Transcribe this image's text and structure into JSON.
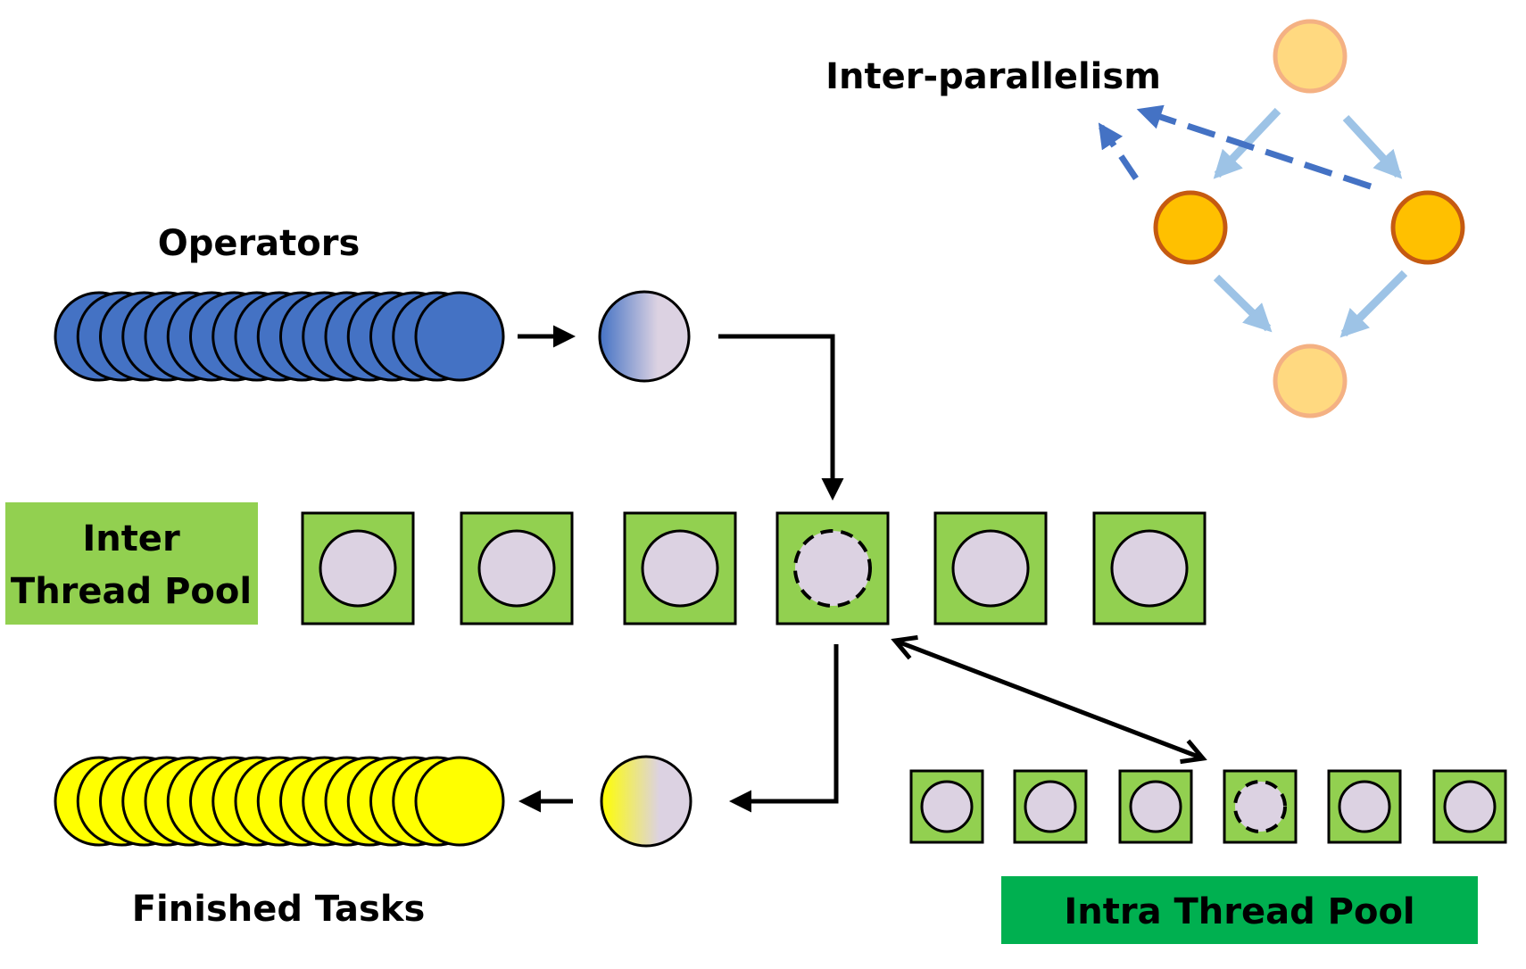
{
  "labels": {
    "operators": "Operators",
    "finished_tasks": "Finished Tasks",
    "inter_parallelism": "Inter-parallelism",
    "inter_pool_line1": "Inter",
    "inter_pool_line2": "Thread Pool",
    "intra_pool": "Intra Thread Pool"
  },
  "operator_queue": {
    "count": 17,
    "color": "#4472c4"
  },
  "finished_queue": {
    "count": 17,
    "color": "#ffff00"
  },
  "inter_thread_pool": {
    "slot_count": 6,
    "active_slot": 4
  },
  "intra_thread_pool": {
    "slot_count": 6,
    "active_slot": 4
  },
  "colors": {
    "slot_fill": "#92d050",
    "intra_label_fill": "#00b050",
    "task_fill": "#dcd2e2",
    "dag_light": "#ffd980",
    "dag_dark": "#ffc000",
    "dag_arrow": "#9dc3e6",
    "dashed_arrow": "#4472c4"
  }
}
